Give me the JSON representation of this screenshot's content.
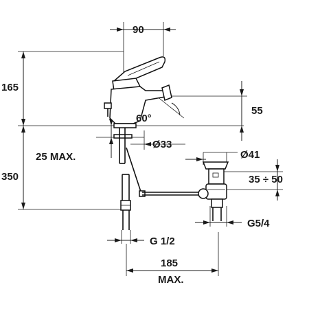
{
  "dimensions": {
    "handle_reach": "90",
    "body_height": "165",
    "lever_angle": "60°",
    "spout_height": "55",
    "deck_thickness": "25 MAX.",
    "base_diameter": "Ø33",
    "waste_diameter": "Ø41",
    "supply_length": "350",
    "waste_adjust": "35 ÷ 50",
    "waste_thread": "G5/4",
    "supply_thread": "G 1/2",
    "waste_offset": "185",
    "waste_offset_note": "MAX."
  }
}
